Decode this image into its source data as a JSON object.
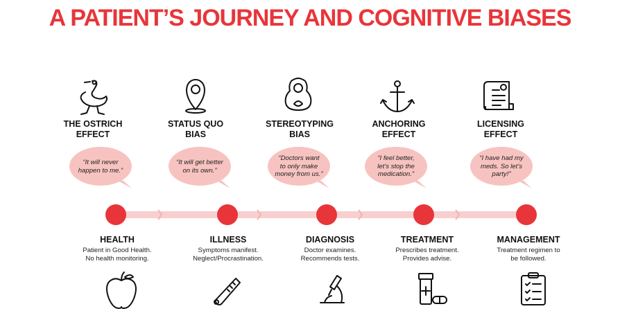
{
  "title": "A PATIENT’S JOURNEY AND COGNITIVE BIASES",
  "biases": [
    {
      "label1": "THE OSTRICH",
      "label2": "EFFECT",
      "icon": "ostrich-icon",
      "quote1": "“It will never",
      "quote2": "happen to me.”",
      "quote3": ""
    },
    {
      "label1": "STATUS QUO",
      "label2": "BIAS",
      "icon": "location-pin-icon",
      "quote1": "“It will get better",
      "quote2": "on its own.”",
      "quote3": ""
    },
    {
      "label1": "STEREOTYPING",
      "label2": "BIAS",
      "icon": "matryoshka-doll-icon",
      "quote1": "“Doctors want",
      "quote2": "to only make",
      "quote3": "money from us.”"
    },
    {
      "label1": "ANCHORING",
      "label2": "EFFECT",
      "icon": "anchor-icon",
      "quote1": "“I feel better,",
      "quote2": "let’s stop the",
      "quote3": "medication.”"
    },
    {
      "label1": "LICENSING",
      "label2": "EFFECT",
      "icon": "certificate-icon",
      "quote1": "“I have had my",
      "quote2": "meds. So let’s",
      "quote3": "party!”"
    }
  ],
  "stages": [
    {
      "title": "HEALTH",
      "desc1": "Patient in Good Health.",
      "desc2": "No health monitoring.",
      "icon": "apple-icon"
    },
    {
      "title": "ILLNESS",
      "desc1": "Symptoms manifest.",
      "desc2": "Neglect/Procrastination.",
      "icon": "thermometer-icon"
    },
    {
      "title": "DIAGNOSIS",
      "desc1": "Doctor examines.",
      "desc2": "Recommends tests.",
      "icon": "microscope-icon"
    },
    {
      "title": "TREATMENT",
      "desc1": "Prescribes treatment.",
      "desc2": "Provides advise.",
      "icon": "pill-bottle-icon"
    },
    {
      "title": "MANAGEMENT",
      "desc1": "Treatment regimen to",
      "desc2": "be followed.",
      "icon": "checklist-icon"
    }
  ],
  "colors": {
    "accent": "#e8353a",
    "bubble": "#f7c3c0",
    "timeline": "#f8cfcf",
    "chevron": "#f3b3b0"
  }
}
